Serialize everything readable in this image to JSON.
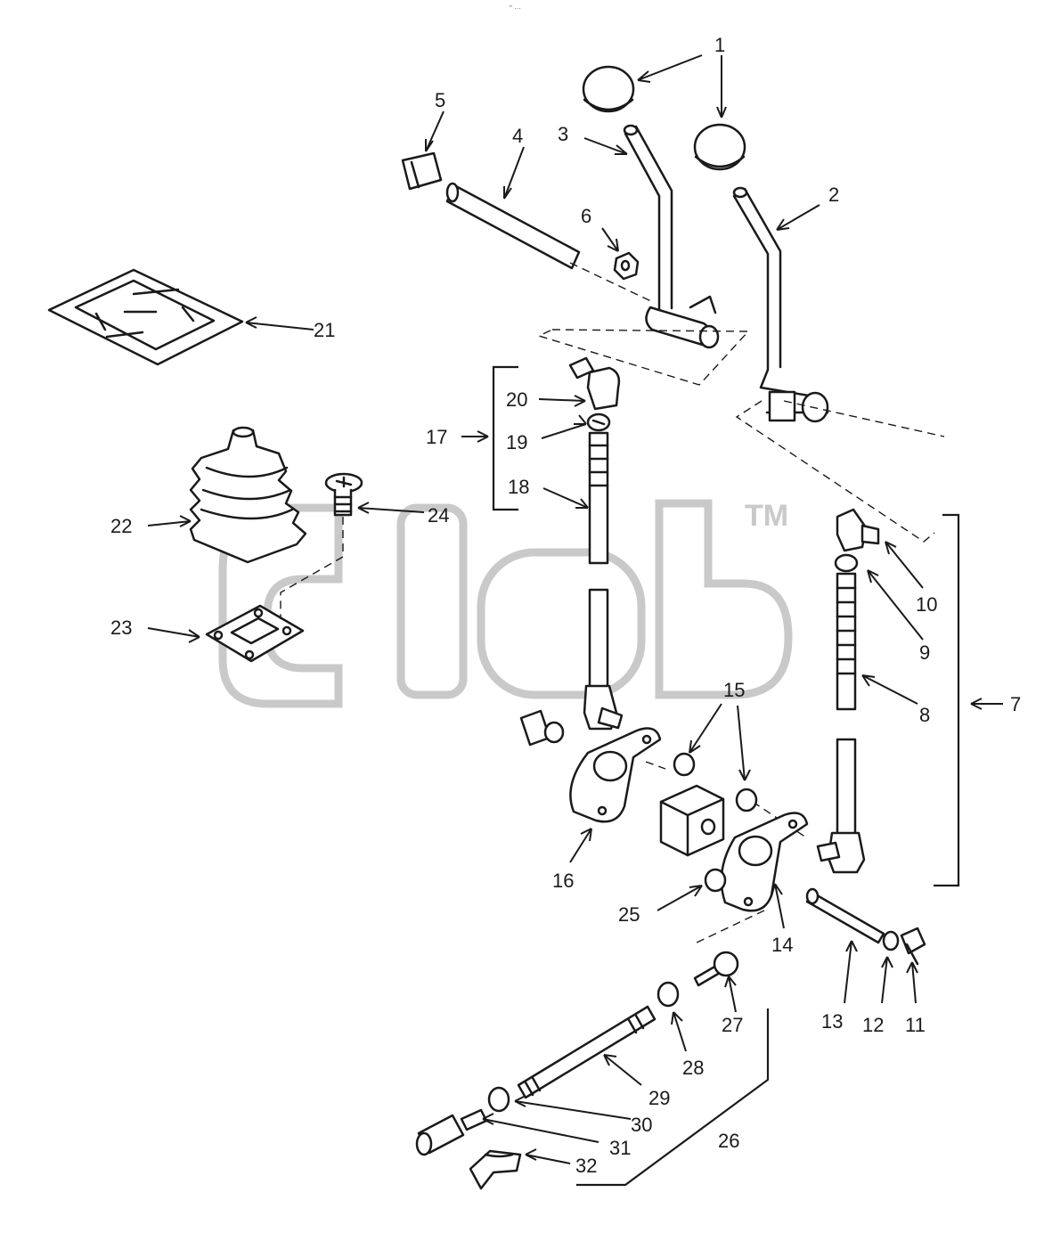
{
  "header": {
    "mark": "\" ···"
  },
  "watermark": {
    "tm": "TM"
  },
  "callouts": [
    {
      "id": "c1",
      "text": "1"
    },
    {
      "id": "c2",
      "text": "2"
    },
    {
      "id": "c3",
      "text": "3"
    },
    {
      "id": "c4",
      "text": "4"
    },
    {
      "id": "c5",
      "text": "5"
    },
    {
      "id": "c6",
      "text": "6"
    },
    {
      "id": "c7",
      "text": "7"
    },
    {
      "id": "c8",
      "text": "8"
    },
    {
      "id": "c9",
      "text": "9"
    },
    {
      "id": "c10",
      "text": "10"
    },
    {
      "id": "c11",
      "text": "11"
    },
    {
      "id": "c12",
      "text": "12"
    },
    {
      "id": "c13",
      "text": "13"
    },
    {
      "id": "c14",
      "text": "14"
    },
    {
      "id": "c15",
      "text": "15"
    },
    {
      "id": "c16",
      "text": "16"
    },
    {
      "id": "c17",
      "text": "17"
    },
    {
      "id": "c18",
      "text": "18"
    },
    {
      "id": "c19",
      "text": "19"
    },
    {
      "id": "c20",
      "text": "20"
    },
    {
      "id": "c21",
      "text": "21"
    },
    {
      "id": "c22",
      "text": "22"
    },
    {
      "id": "c23",
      "text": "23"
    },
    {
      "id": "c24",
      "text": "24"
    },
    {
      "id": "c25",
      "text": "25"
    },
    {
      "id": "c26",
      "text": "26"
    },
    {
      "id": "c27",
      "text": "27"
    },
    {
      "id": "c28",
      "text": "28"
    },
    {
      "id": "c29",
      "text": "29"
    },
    {
      "id": "c30",
      "text": "30"
    },
    {
      "id": "c31",
      "text": "31"
    },
    {
      "id": "c32",
      "text": "32"
    }
  ]
}
